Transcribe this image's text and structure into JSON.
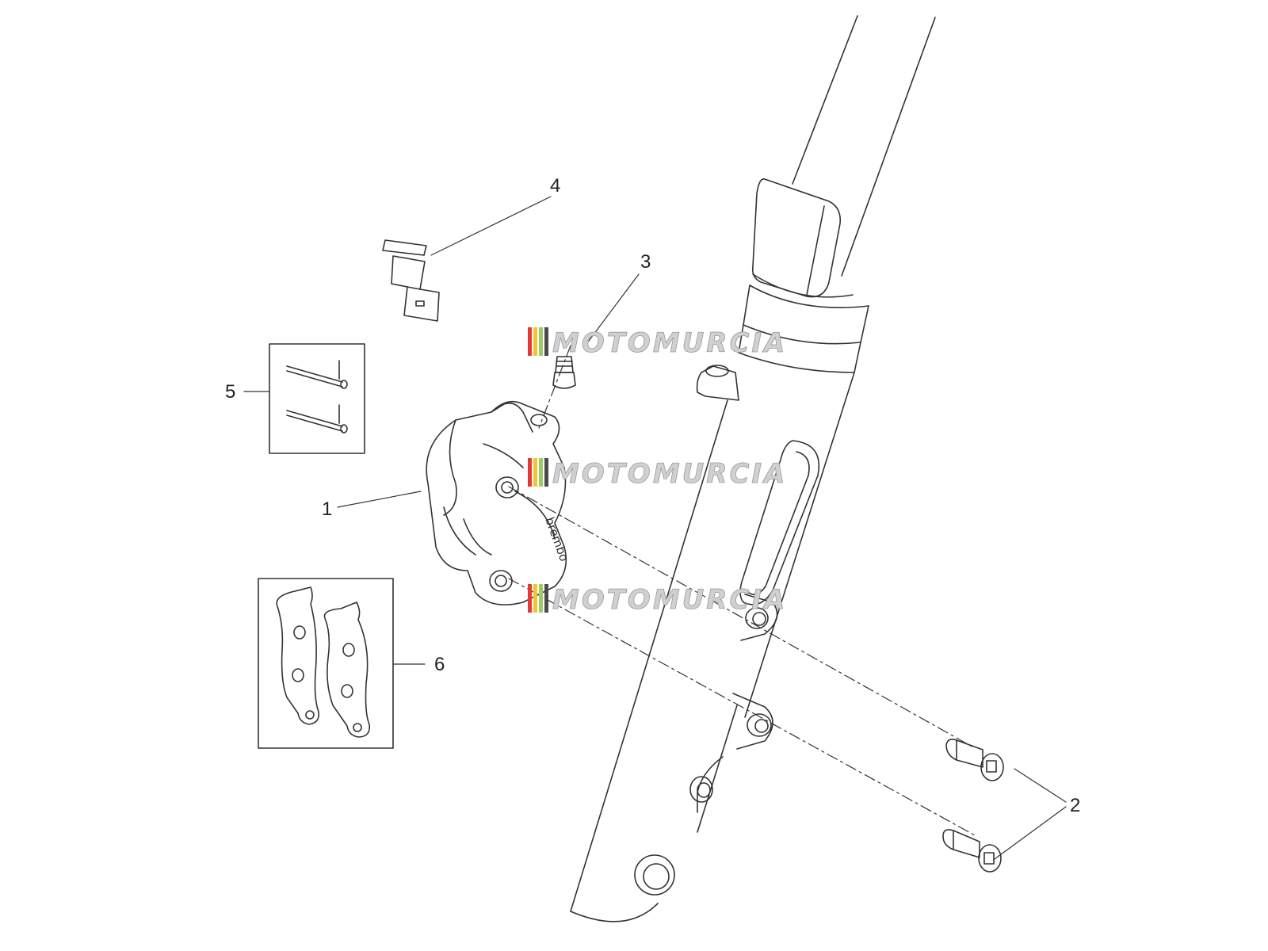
{
  "callouts": {
    "c1": "1",
    "c2": "2",
    "c3": "3",
    "c4": "4",
    "c5": "5",
    "c6": "6"
  },
  "watermark": "MOTOMURCIA",
  "caliper_brand": "brembo",
  "colors": {
    "line": "#333333",
    "watermark_stripes": [
      "#e53935",
      "#f4c430",
      "#9ccc65",
      "#4a4a4a"
    ]
  }
}
